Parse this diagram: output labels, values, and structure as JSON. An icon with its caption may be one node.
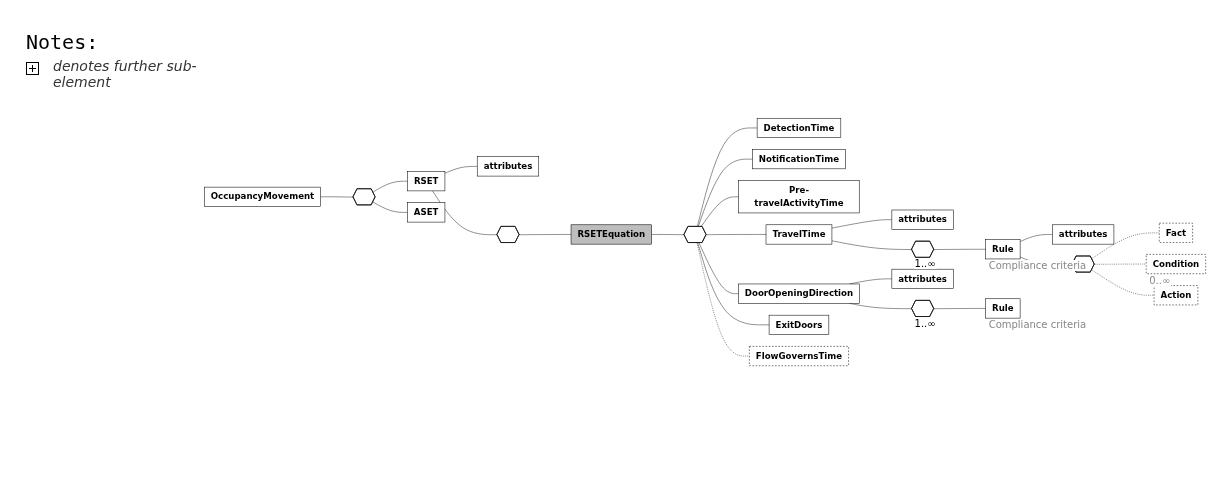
{
  "diagram": {
    "nodes": [
      {
        "text": [
          "OccupancyMovement"
        ]
      },
      {
        "text": [],
        "shape": "octagon"
      },
      {
        "text": [
          "RSET"
        ]
      },
      {
        "text": [
          "attributes"
        ]
      },
      {
        "text": [],
        "shape": "octagon"
      },
      {
        "text": [
          "RSETEquation"
        ]
      },
      {
        "text": [],
        "shape": "octagon"
      },
      {
        "text": [
          "DetectionTime"
        ]
      },
      {
        "text": [
          "NotificationTime"
        ]
      },
      {
        "text": [
          "Pre-travelActivityTime"
        ]
      },
      {
        "text": [
          "TravelTime"
        ]
      },
      {
        "text": [
          "attributes"
        ]
      },
      {
        "text": [],
        "shape": "octagon",
        "beside": [
          "1..∞"
        ]
      },
      {
        "text": [
          "Rule"
        ],
        "beside": [
          "Compliance criteria"
        ]
      },
      {
        "text": [
          "attributes"
        ]
      },
      {
        "text": [],
        "shape": "octagon"
      },
      {
        "text": [
          "Fact"
        ]
      },
      {
        "text": [
          "Condition"
        ],
        "beside": [
          "0..∞"
        ]
      },
      {
        "text": [
          "Action"
        ]
      },
      {
        "text": [
          "DoorOpeningDirection"
        ]
      },
      {
        "text": [
          "attributes"
        ]
      },
      {
        "text": [],
        "shape": "octagon",
        "beside": [
          "1..∞"
        ]
      },
      {
        "text": [
          "Rule"
        ],
        "beside": [
          "Compliance criteria"
        ]
      },
      {
        "text": [
          "ExitDoors"
        ]
      },
      {
        "text": [
          "FlowGovernsTime"
        ]
      },
      {
        "text": [
          "ASET"
        ]
      }
    ],
    "edges": [
      {
        "from": 0,
        "to": 1,
        "arrow": "none"
      },
      {
        "from": 1,
        "to": 2,
        "arrow": "none"
      },
      {
        "from": 1,
        "to": 25,
        "arrow": "none"
      },
      {
        "from": 2,
        "to": 3,
        "arrow": "none"
      },
      {
        "from": 2,
        "to": 4,
        "arrow": "none"
      },
      {
        "from": 4,
        "to": 5,
        "arrow": "none"
      },
      {
        "from": 5,
        "to": 6,
        "arrow": "none"
      },
      {
        "from": 6,
        "to": 7,
        "arrow": "none"
      },
      {
        "from": 6,
        "to": 8,
        "arrow": "none"
      },
      {
        "from": 6,
        "to": 9,
        "arrow": "none"
      },
      {
        "from": 6,
        "to": 10,
        "arrow": "none"
      },
      {
        "from": 10,
        "to": 11,
        "arrow": "none"
      },
      {
        "from": 10,
        "to": 12,
        "arrow": "none"
      },
      {
        "from": 12,
        "to": 13,
        "arrow": "none"
      },
      {
        "from": 13,
        "to": 14,
        "arrow": "none"
      },
      {
        "from": 13,
        "to": 15,
        "arrow": "none"
      },
      {
        "from": 15,
        "to": 16,
        "arrow": "none",
        "style": "dashed"
      },
      {
        "from": 15,
        "to": 17,
        "arrow": "none",
        "style": "dashed"
      },
      {
        "from": 15,
        "to": 18,
        "arrow": "none",
        "style": "dashed"
      },
      {
        "from": 6,
        "to": 19,
        "arrow": "none"
      },
      {
        "from": 19,
        "to": 20,
        "arrow": "none"
      },
      {
        "from": 19,
        "to": 21,
        "arrow": "none"
      },
      {
        "from": 21,
        "to": 22,
        "arrow": "none"
      },
      {
        "from": 6,
        "to": 23,
        "arrow": "none"
      },
      {
        "from": 6,
        "to": 24,
        "arrow": "none",
        "style": "dashed"
      }
    ],
    "labels": [
      "Notes:"
    ],
    "legend": [
      {
        "text": "denotes further sub-element"
      }
    ]
  }
}
